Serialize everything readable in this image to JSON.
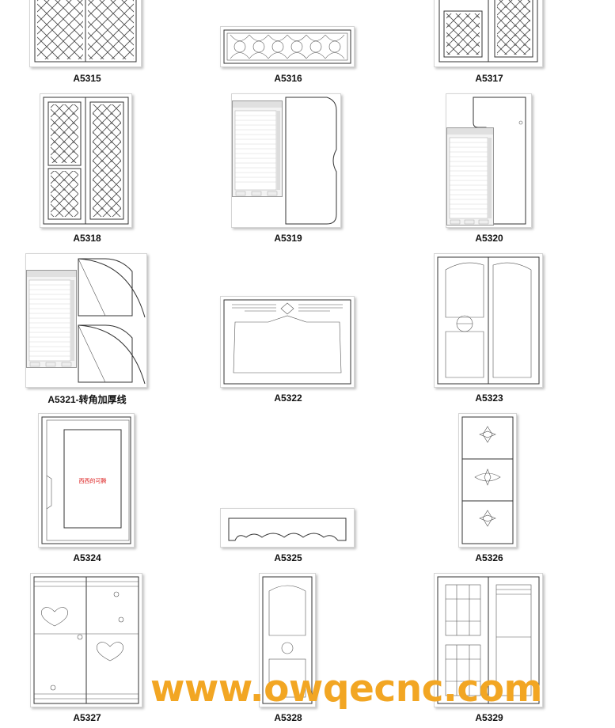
{
  "catalog": {
    "items": [
      {
        "code": "A5315"
      },
      {
        "code": "A5316"
      },
      {
        "code": "A5317"
      },
      {
        "code": "A5318"
      },
      {
        "code": "A5319"
      },
      {
        "code": "A5320"
      },
      {
        "code": "A5321-转角加厚线",
        "annotation": ""
      },
      {
        "code": "A5322"
      },
      {
        "code": "A5323"
      },
      {
        "code": "A5324",
        "annotation": "西西的可腾"
      },
      {
        "code": "A5325"
      },
      {
        "code": "A5326"
      },
      {
        "code": "A5327"
      },
      {
        "code": "A5328"
      },
      {
        "code": "A5329"
      }
    ]
  },
  "watermark": {
    "text": "www.owqecnc.com",
    "color": "#f2a623"
  }
}
